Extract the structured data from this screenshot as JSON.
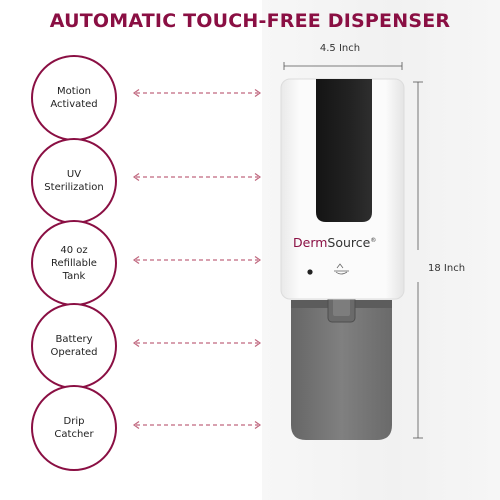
{
  "title": "AUTOMATIC TOUCH-FREE DISPENSER",
  "features": [
    {
      "label": "Motion\nActivated"
    },
    {
      "label": "UV\nSterilization"
    },
    {
      "label": "40 oz\nRefillable\nTank"
    },
    {
      "label": "Battery\nOperated"
    },
    {
      "label": "Drip\nCatcher"
    }
  ],
  "dimensions": {
    "width": "4.5 Inch",
    "height": "18 Inch"
  },
  "brand": {
    "part1": "Derm",
    "part2": "Source",
    "mark": "®"
  },
  "colors": {
    "accent": "#8a0f43",
    "arrow": "#c0687f",
    "body": "#f9f9f9",
    "window": "#1c1c1c",
    "tray": "#7b7b7b"
  }
}
